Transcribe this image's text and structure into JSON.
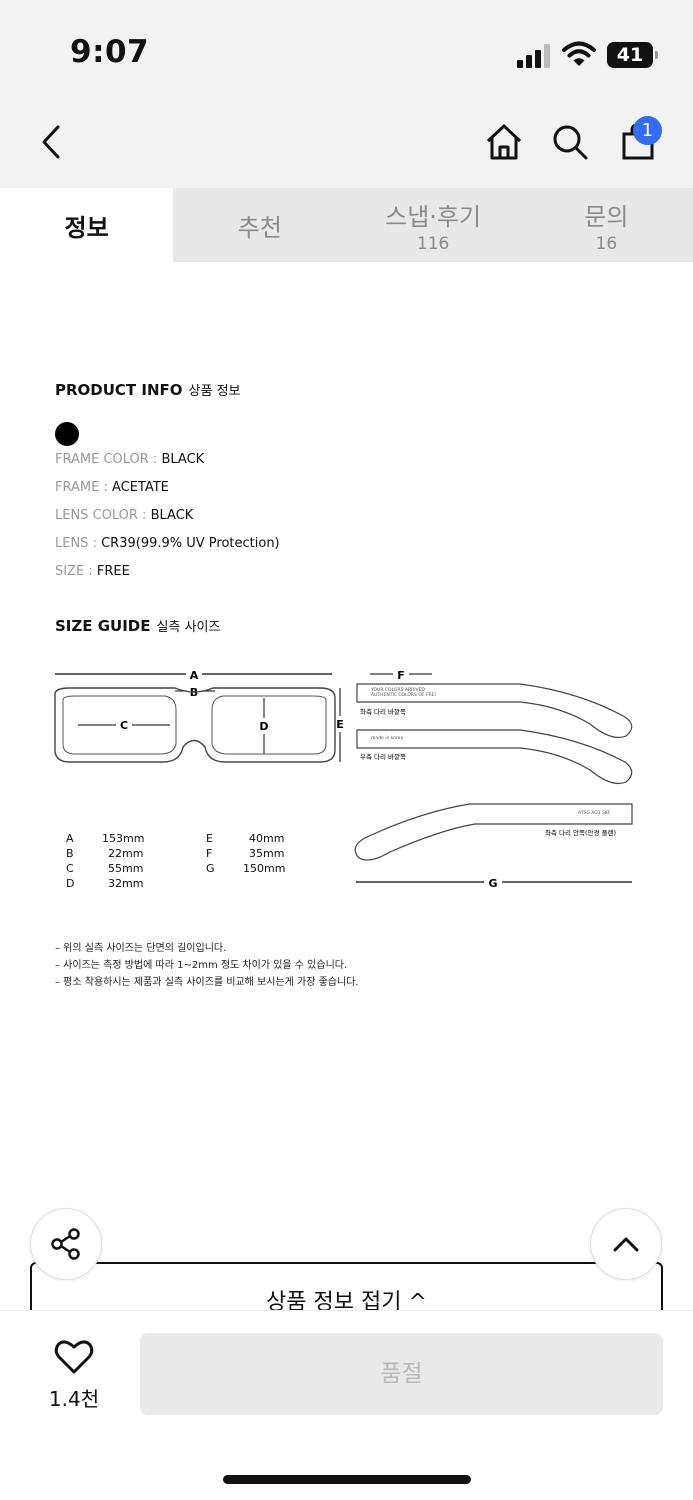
{
  "status_bar": {
    "time": "9:07",
    "battery": "41"
  },
  "nav": {
    "cart_count": "1"
  },
  "tabs": [
    {
      "label": "정보",
      "count": ""
    },
    {
      "label": "추천",
      "count": ""
    },
    {
      "label": "스냅·후기",
      "count": "116"
    },
    {
      "label": "문의",
      "count": "16"
    }
  ],
  "product_info": {
    "title": "PRODUCT INFO",
    "subtitle": "상품 정보",
    "color_swatch": "#000000",
    "specs": [
      {
        "key": "FRAME COLOR :",
        "value": "BLACK"
      },
      {
        "key": "FRAME :",
        "value": "ACETATE"
      },
      {
        "key": "LENS COLOR :",
        "value": "BLACK"
      },
      {
        "key": "LENS :",
        "value": "CR39(99.9% UV Protection)"
      },
      {
        "key": "SIZE :",
        "value": "FREE"
      }
    ]
  },
  "size_guide": {
    "title": "SIZE GUIDE",
    "subtitle": "실측 사이즈",
    "diagram_labels": {
      "a": "A",
      "b": "B",
      "c": "C",
      "d": "D",
      "e": "E",
      "f": "F",
      "g": "G",
      "right_outer": "좌측 다리 바깥쪽",
      "left_outer": "우측 다리 바깥쪽",
      "inner": "좌측 다리 안쪽(안경 플랜)",
      "stamp1": "YOUR COLORS ARRIVED",
      "stamp2": "AUTHENTIC COLORS OF FREI",
      "stamp3": "made in korea",
      "stamp4": "ATSG AG1 SKF"
    },
    "measurements": [
      {
        "key": "A",
        "value": "153mm"
      },
      {
        "key": "B",
        "value": "22mm"
      },
      {
        "key": "C",
        "value": "55mm"
      },
      {
        "key": "D",
        "value": "32mm"
      },
      {
        "key": "E",
        "value": "40mm"
      },
      {
        "key": "F",
        "value": "35mm"
      },
      {
        "key": "G",
        "value": "150mm"
      }
    ],
    "notes": [
      "– 위의 실측 사이즈는 단면의 길이입니다.",
      "– 사이즈는 측정 방법에 따라 1~2mm 정도 차이가 있을 수 있습니다.",
      "– 평소 착용하시는 제품과 실측 사이즈를 비교해 보시는게 가장 좋습니다."
    ]
  },
  "collapse_label": "상품 정보 접기 ^",
  "like_count": "1.4천",
  "soldout_label": "품절"
}
